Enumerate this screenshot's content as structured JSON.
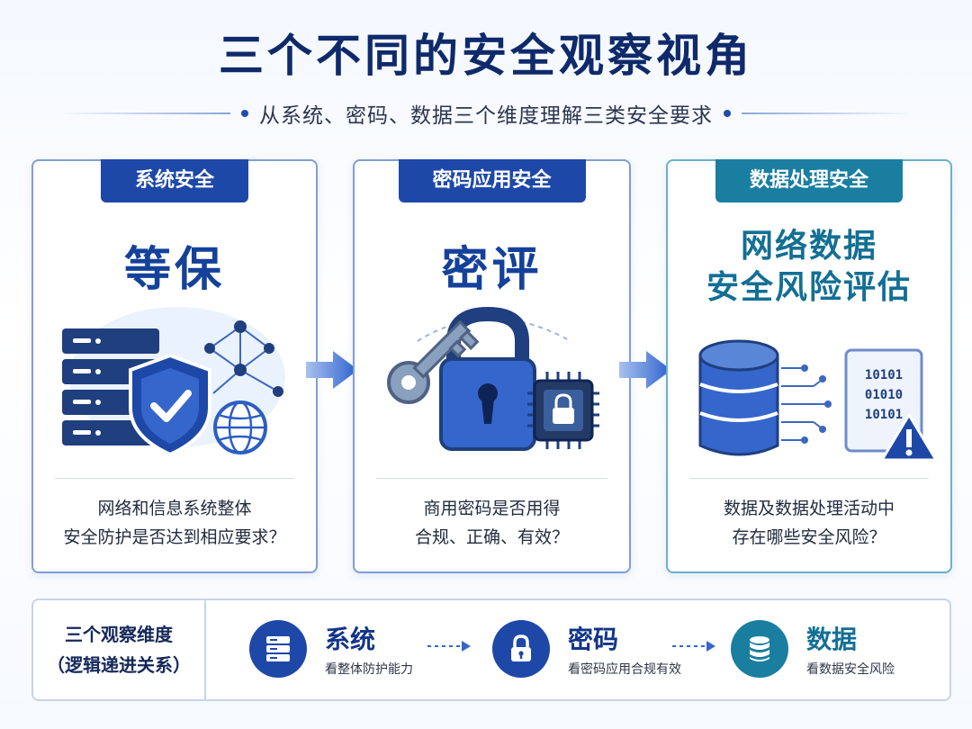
{
  "title": "三个不同的安全观察视角",
  "subtitle": "从系统、密码、数据三个维度理解三类安全要求",
  "cards": [
    {
      "tag": "系统安全",
      "big": "等保",
      "desc1": "网络和信息系统整体",
      "desc2": "安全防护是否达到相应要求？"
    },
    {
      "tag": "密码应用安全",
      "big": "密评",
      "desc1": "商用密码是否用得",
      "desc2": "合规、正确、有效？"
    },
    {
      "tag": "数据处理安全",
      "big1": "网络数据",
      "big2": "安全风险评估",
      "desc1": "数据及数据处理活动中",
      "desc2": "存在哪些安全风险？"
    }
  ],
  "binary": [
    "10101",
    "01010",
    "10101"
  ],
  "dimension": {
    "label1": "三个观察维度",
    "label2": "（逻辑递进关系）",
    "items": [
      {
        "name": "系统",
        "note": "看整体防护能力"
      },
      {
        "name": "密码",
        "note": "看密码应用合规有效"
      },
      {
        "name": "数据",
        "note": "看数据安全风险"
      }
    ]
  },
  "colors": {
    "primary": "#1e48a8",
    "teal": "#1a7ea1",
    "title": "#0e2a6b"
  }
}
